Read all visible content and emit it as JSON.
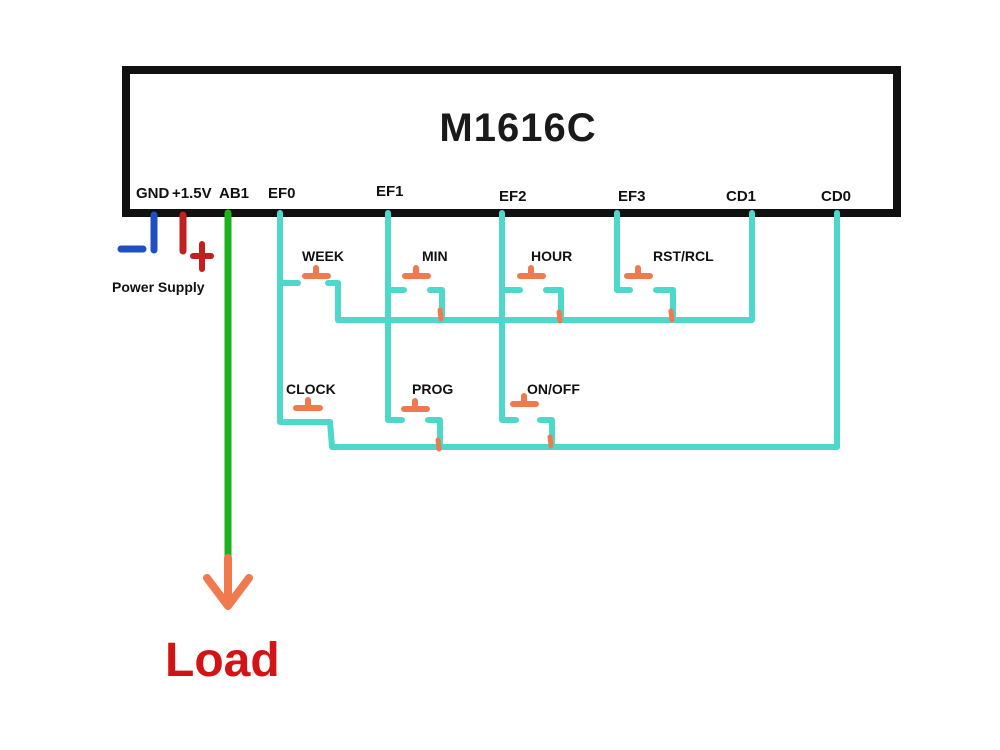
{
  "chip": {
    "name": "M1616C",
    "pins": {
      "gnd": "GND",
      "v15": "+1.5V",
      "ab1": "AB1",
      "ef0": "EF0",
      "ef1": "EF1",
      "ef2": "EF2",
      "ef3": "EF3",
      "cd1": "CD1",
      "cd0": "CD0"
    }
  },
  "power_supply": {
    "label": "Power Supply",
    "minus_symbol": "−",
    "plus_symbol": "+"
  },
  "buttons": {
    "week": "WEEK",
    "min": "MIN",
    "hour": "HOUR",
    "rst_rcl": "RST/RCL",
    "clock": "CLOCK",
    "prog": "PROG",
    "on_off": "ON/OFF"
  },
  "output": {
    "label": "Load"
  },
  "colors": {
    "wire": "#4ed8cb",
    "button": "#f07a4e",
    "gnd": "#1f4fc4",
    "positive": "#c21f1f",
    "ab1_line": "#1db21d",
    "arrow": "#f07a4e",
    "load_text": "#d41414"
  }
}
